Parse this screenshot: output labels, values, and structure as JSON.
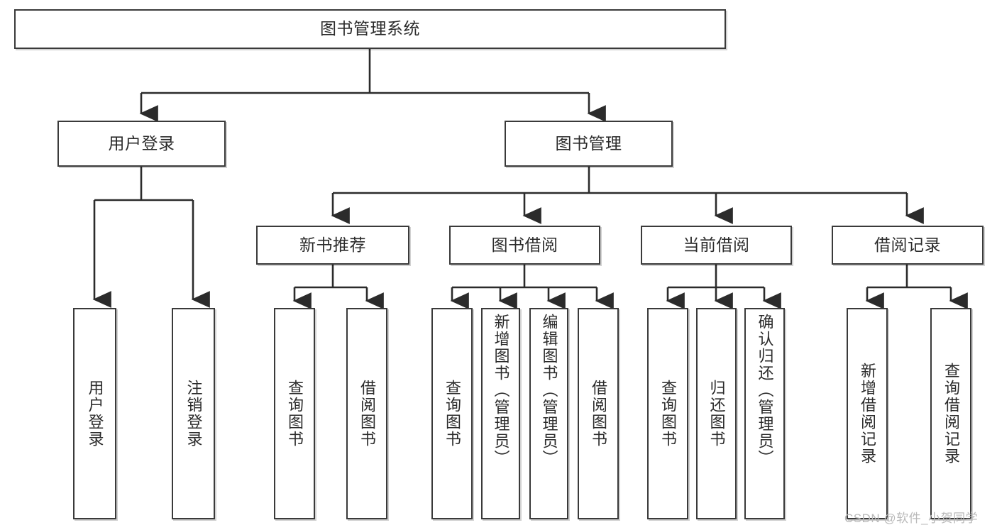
{
  "diagram": {
    "title": "图书管理系统",
    "type": "tree-hierarchy-diagram",
    "colors": {
      "box_border": "#3a3a3a",
      "box_fill": "#ffffff",
      "edge": "#2b2b2b",
      "text": "#2b2b2b",
      "watermark": "#b9b9b9"
    },
    "nodes": {
      "root": {
        "label": "图书管理系统"
      },
      "level2": [
        {
          "id": "user-login",
          "label": "用户登录"
        },
        {
          "id": "book-manage",
          "label": "图书管理"
        }
      ],
      "level3": [
        {
          "id": "new-book-recommend",
          "label": "新书推荐"
        },
        {
          "id": "book-borrow",
          "label": "图书借阅"
        },
        {
          "id": "current-borrow",
          "label": "当前借阅"
        },
        {
          "id": "borrow-record",
          "label": "借阅记录"
        }
      ],
      "leaves": [
        {
          "id": "leaf-user-login",
          "label": "用户登录",
          "parent": "user-login"
        },
        {
          "id": "leaf-user-logout",
          "label": "注销登录",
          "parent": "user-login"
        },
        {
          "id": "leaf-query-book-1",
          "label": "查询图书",
          "parent": "new-book-recommend"
        },
        {
          "id": "leaf-borrow-book-1",
          "label": "借阅图书",
          "parent": "new-book-recommend"
        },
        {
          "id": "leaf-query-book-2",
          "label": "查询图书",
          "parent": "book-borrow"
        },
        {
          "id": "leaf-add-book",
          "label": "新增图书（管理员）",
          "parent": "book-borrow"
        },
        {
          "id": "leaf-edit-book",
          "label": "编辑图书（管理员）",
          "parent": "book-borrow"
        },
        {
          "id": "leaf-borrow-book-2",
          "label": "借阅图书",
          "parent": "book-borrow"
        },
        {
          "id": "leaf-query-book-3",
          "label": "查询图书",
          "parent": "current-borrow"
        },
        {
          "id": "leaf-return-book",
          "label": "归还图书",
          "parent": "current-borrow"
        },
        {
          "id": "leaf-confirm-return",
          "label": "确认归还（管理员）",
          "parent": "current-borrow"
        },
        {
          "id": "leaf-add-record",
          "label": "新增借阅记录",
          "parent": "borrow-record"
        },
        {
          "id": "leaf-query-record",
          "label": "查询借阅记录",
          "parent": "borrow-record"
        }
      ]
    },
    "watermark": "CSDN @软件_小贺同学"
  }
}
